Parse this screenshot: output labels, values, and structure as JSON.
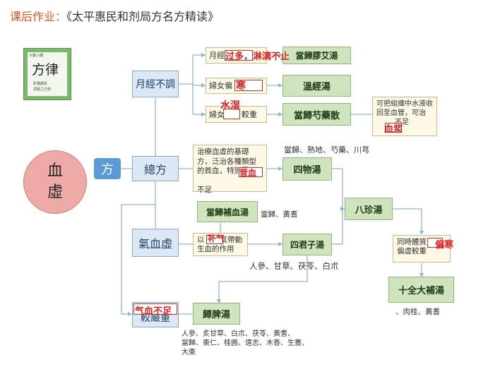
{
  "header": {
    "homework": "课后作业",
    "colon": "：",
    "book": "《太平惠民和剂局方名方精读》"
  },
  "logo": {
    "top_small": "大醫小課",
    "main": "方律",
    "line1": "影響體質",
    "line2": "調整之方劑"
  },
  "center": {
    "circle_line1": "血",
    "circle_line2": "虛",
    "fang": "方"
  },
  "categories": {
    "yuejing": "月經不調",
    "zongfang": "總方",
    "qixuexu": "氣血虛",
    "jiaoyanzhong": "較嚴重"
  },
  "subs": {
    "s1_prefix": "月經",
    "s2_prefix": "婦女偏",
    "s3_prefix": "婦女",
    "s3_suffix": "較重"
  },
  "formulas": {
    "jiaoaitang": "當歸膠艾湯",
    "wenjingtang": "溫經湯",
    "danggui_shaoyao": "當歸芍藥散",
    "siwutang": "四物湯",
    "buxuetang": "當歸補血湯",
    "sijunzi": "四君子湯",
    "bazhen": "八珍湯",
    "shiquan": "十全大補湯",
    "guipi": "歸脾湯"
  },
  "notes": {
    "danggui_shaoyao_note": "可把組織中水液收回至血管，可治",
    "danggui_shaoyao_tail": "不足",
    "siwu_note": "治療血虛的基礎方，泛治各種類型的貧血，特別是",
    "siwu_tail": "不足",
    "buxue_note_a": "以",
    "buxue_note_b": "氣帶動生血的作用",
    "tongshi_note": "同時體質",
    "tongshi_tail": "偏虛較重"
  },
  "ingredients": {
    "siwu": "當歸、熟地、芍藥、川芎",
    "buxue": "當歸、黃耆",
    "sijunzi": "人參、甘草、茯苓、白朮",
    "shiquan": "、肉桂、黃耆",
    "guipi_line1": "人參、炙甘草、白朮、茯苓、黃耆、",
    "guipi_line2": "當歸、棗仁、桂圓、遠志、木香、生薑、",
    "guipi_line3": "大棗"
  },
  "answers": {
    "a1": "过多，淋漓不止",
    "a2": "寒",
    "a3": "水湿",
    "a4": "血浆",
    "a5": "营血",
    "a6": "补气",
    "a7": "偏寒",
    "a8": "气血不足"
  },
  "colors": {
    "accent": "#e8531d",
    "answer_red": "#e02020",
    "blue_box": "#dce8f5",
    "green_box": "#cfe4bf",
    "note_box": "#fdf9e6",
    "circle": "#eeaaa6",
    "fang": "#5b9bd5"
  }
}
